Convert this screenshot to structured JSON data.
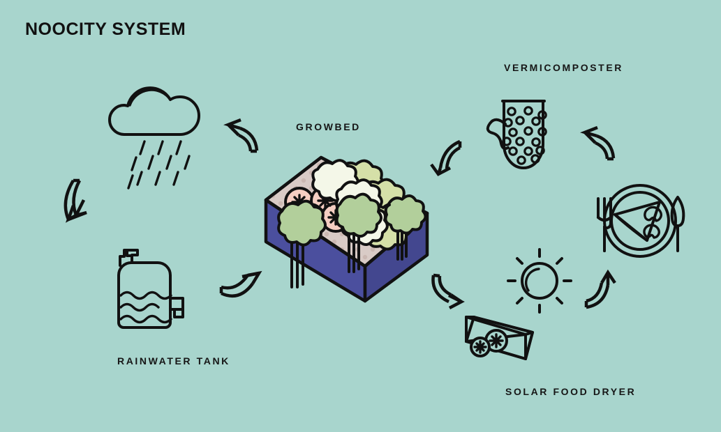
{
  "page": {
    "title": "NOOCITY SYSTEM",
    "background_color": "#a8d5cd",
    "ink_color": "#111111"
  },
  "labels": {
    "growbed": "GROWBED",
    "vermicomposter": "VERMICOMPOSTER",
    "rainwater_tank": "RAINWATER TANK",
    "solar_food_dryer": "SOLAR FOOD DRYER"
  },
  "icons": {
    "rain_cloud": "rain-cloud-icon",
    "rainwater_tank": "rainwater-tank-icon",
    "growbed": "growbed-icon",
    "vermicomposter": "vermicomposter-icon",
    "plate_meal": "plate-meal-icon",
    "sun": "sun-icon",
    "solar_food_dryer": "solar-food-dryer-icon"
  },
  "arrows": [
    {
      "name": "arrow-cloud-to-tank",
      "direction": "down"
    },
    {
      "name": "arrow-growbed-to-cloud",
      "direction": "up-left"
    },
    {
      "name": "arrow-tank-to-growbed",
      "direction": "up-right"
    },
    {
      "name": "arrow-vermicomposter-to-growbed",
      "direction": "down-left"
    },
    {
      "name": "arrow-plate-to-vermicomposter",
      "direction": "up-left"
    },
    {
      "name": "arrow-growbed-to-dryer",
      "direction": "down-right"
    },
    {
      "name": "arrow-dryer-to-plate",
      "direction": "up-right"
    }
  ],
  "colors": {
    "growbed_body": "#4b4f9e",
    "growbed_soil": "#d9cbc6",
    "growbed_soil_dots": "#cbb9b3",
    "radish": "#f5cec2",
    "cabbage_outer": "#d5e0a8",
    "cabbage_inner": "#f4f7e8",
    "broccoli": "#b2cf9b"
  }
}
